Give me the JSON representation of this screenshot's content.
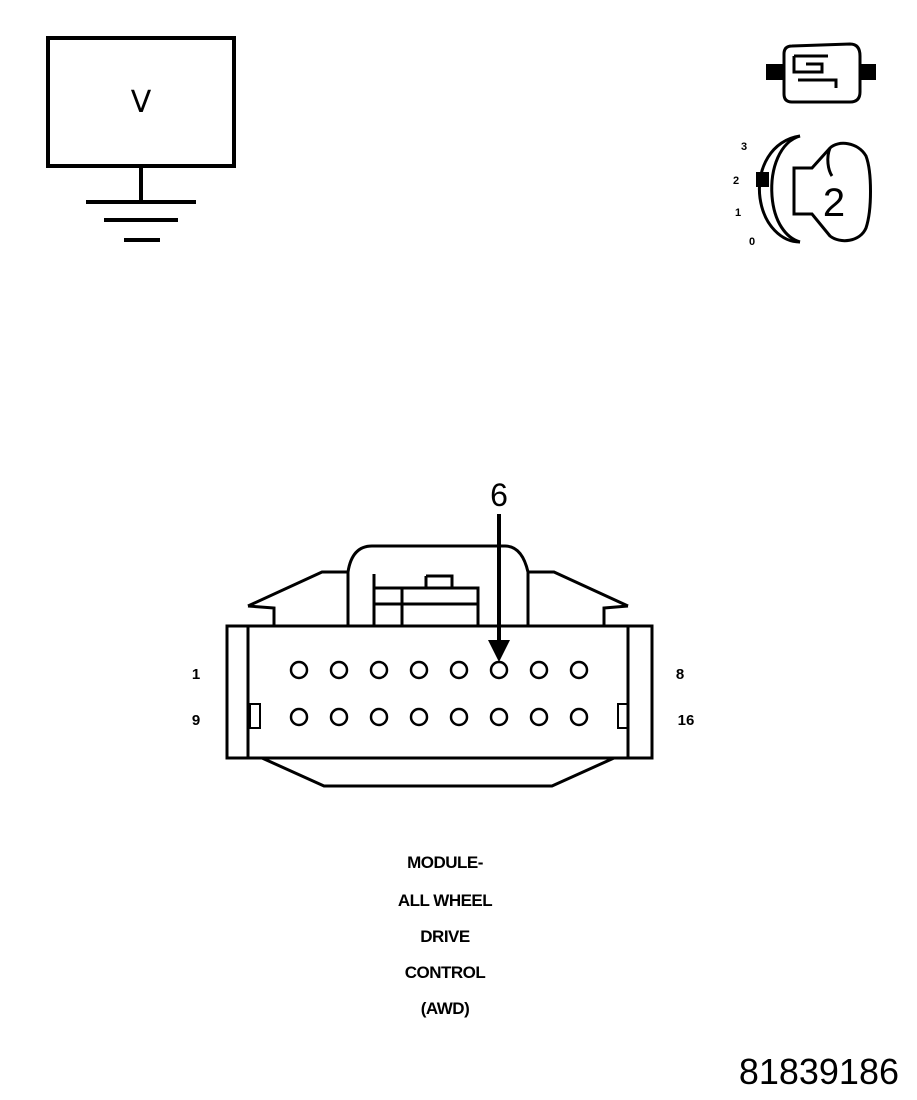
{
  "voltmeter": {
    "symbol_label": "V",
    "icon": "voltmeter-with-ground-icon"
  },
  "connector_disconnect": {
    "icon": "disconnect-connector-icon"
  },
  "ignition_switch": {
    "icon": "ignition-key-icon",
    "positions": [
      "3",
      "2",
      "1",
      "0"
    ],
    "selected_position": "2",
    "key_label": "2"
  },
  "connector": {
    "callout_pin": "6",
    "row_top_first_label": "1",
    "row_top_last_label": "8",
    "row_bottom_first_label": "9",
    "row_bottom_last_label": "16",
    "pins_per_row": 8
  },
  "title_lines": [
    "MODULE-",
    "ALL WHEEL",
    "DRIVE",
    "CONTROL",
    "(AWD)"
  ],
  "reference_number": "81839186"
}
